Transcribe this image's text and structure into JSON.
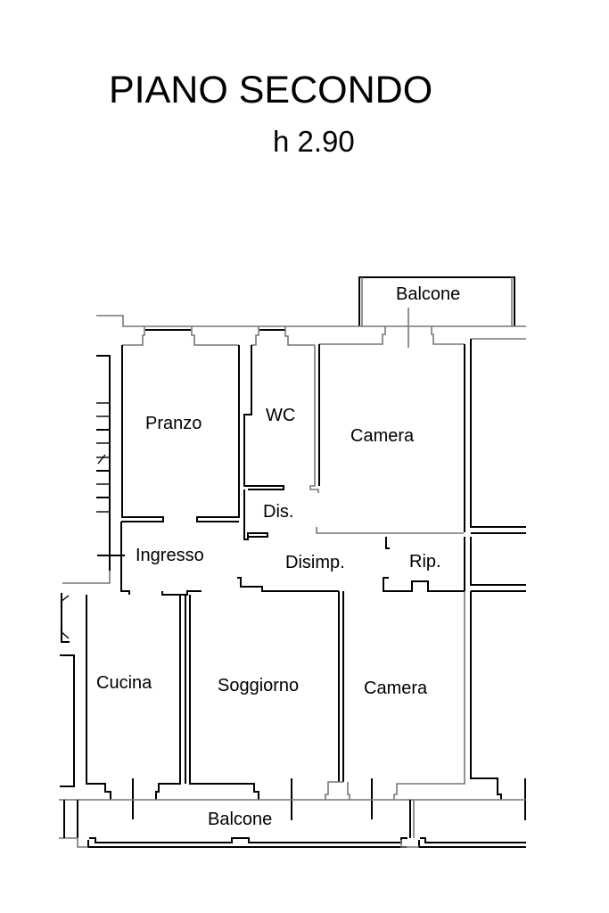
{
  "header": {
    "title": "PIANO SECONDO",
    "height_label": "h 2.90"
  },
  "rooms": {
    "balcone_top": "Balcone",
    "pranzo": "Pranzo",
    "wc": "WC",
    "camera_top": "Camera",
    "dis": "Dis.",
    "ingresso": "Ingresso",
    "disimp": "Disimp.",
    "rip": "Rip.",
    "cucina": "Cucina",
    "soggiorno": "Soggiorno",
    "camera_bottom": "Camera",
    "balcone_bottom": "Balcone"
  }
}
